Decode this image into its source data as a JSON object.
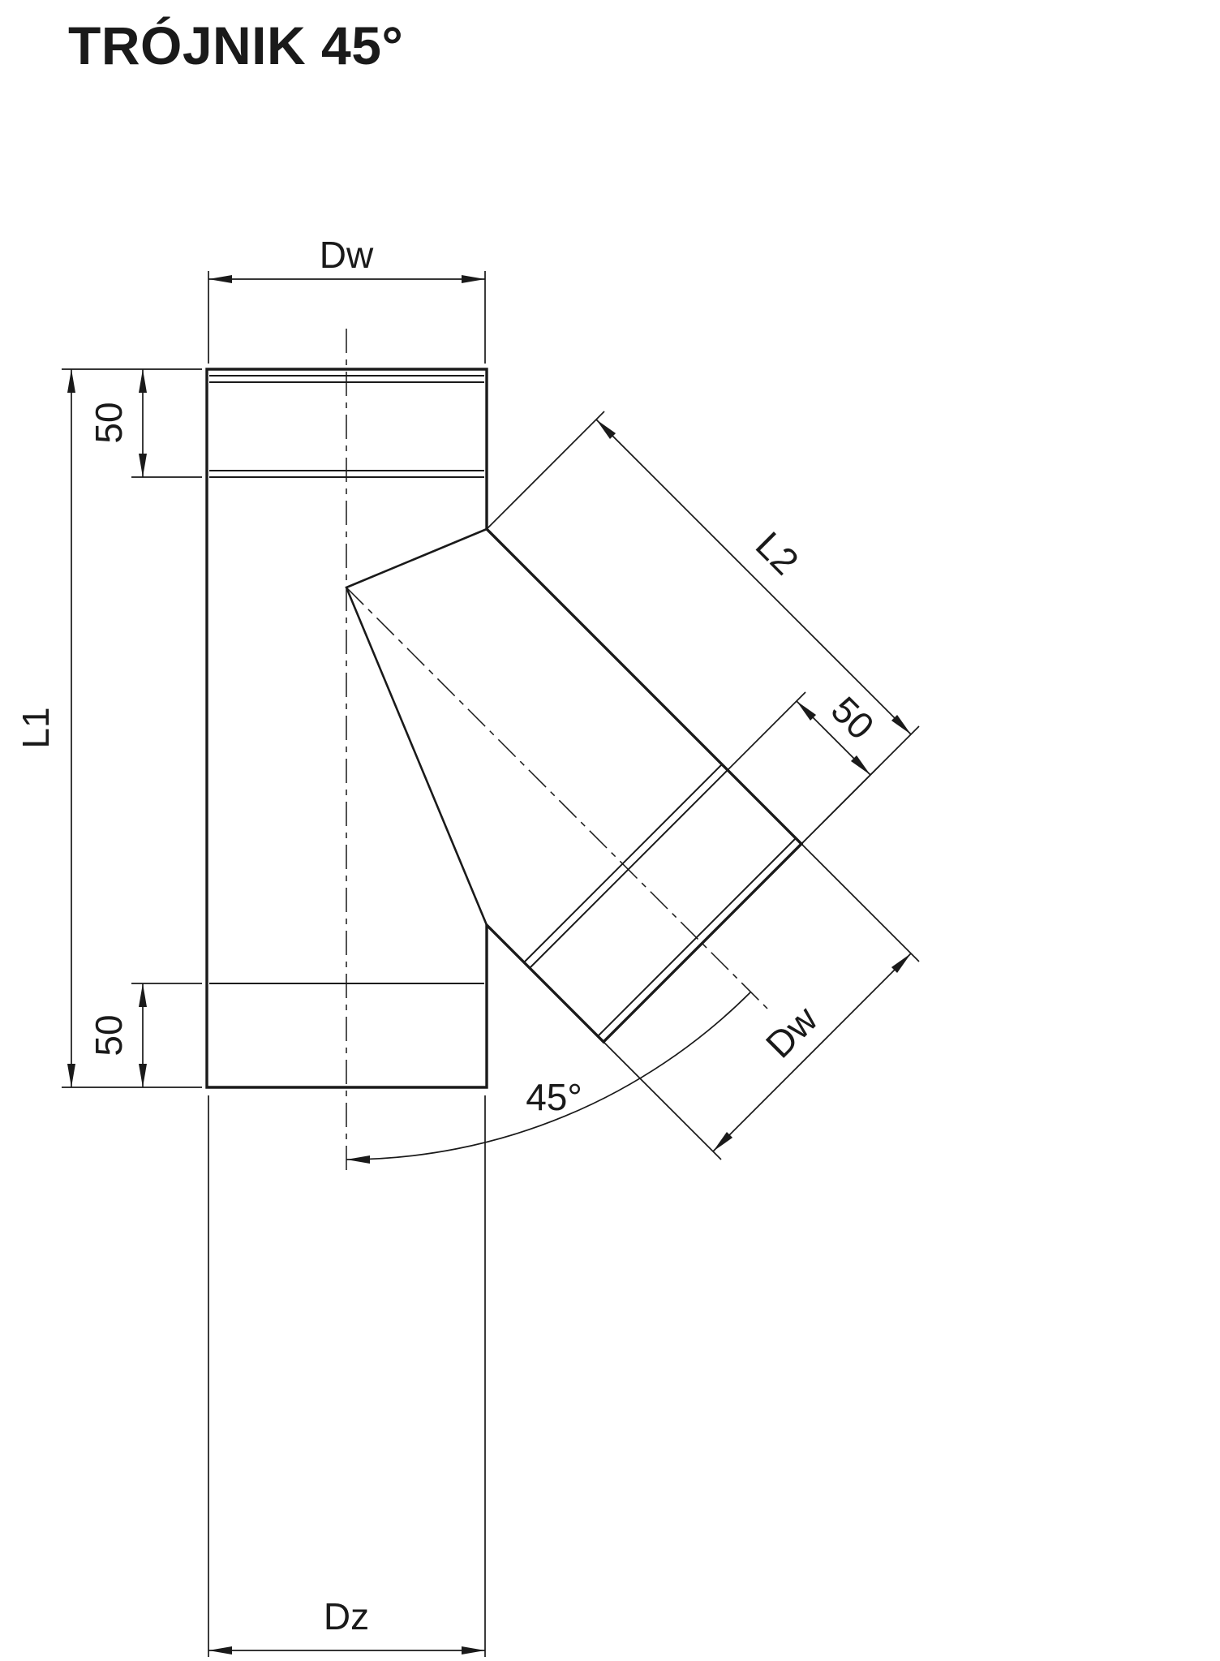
{
  "title": "TRÓJNIK 45°",
  "labels": {
    "dw_top": "Dw",
    "socket_top": "50",
    "l1": "L1",
    "socket_bottom": "50",
    "dz": "Dz",
    "l2": "L2",
    "socket_branch": "50",
    "dw_branch": "Dw",
    "angle": "45°"
  },
  "colors": {
    "ink": "#1a1a1a",
    "background": "#ffffff"
  }
}
